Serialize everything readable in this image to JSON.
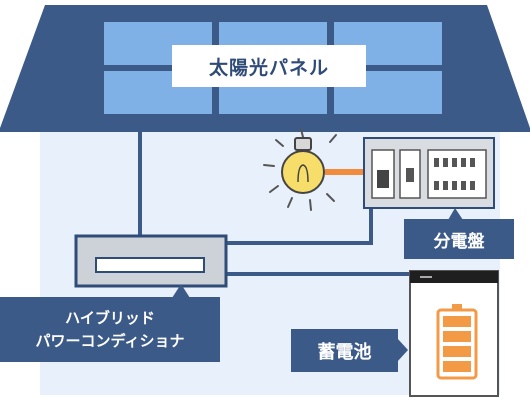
{
  "labels": {
    "solar_panel": "太陽光パネル",
    "breaker_panel": "分電盤",
    "inverter_line1": "ハイブリッド",
    "inverter_line2": "パワーコンディショナ",
    "battery": "蓄電池"
  },
  "colors": {
    "roof": "#3c5a88",
    "panel_cell": "#7fb0e6",
    "wall": "#e8f0fb",
    "wire": "#3c5a88",
    "bulb": "#f7dd6a",
    "bulb_wire": "#f08c3c",
    "battery_cell": "#f39a47",
    "callout_bg": "#3c5a88",
    "callout_text": "#ffffff"
  },
  "icons": [
    "light-bulb-icon",
    "battery-icon",
    "breaker-switch-icon"
  ]
}
